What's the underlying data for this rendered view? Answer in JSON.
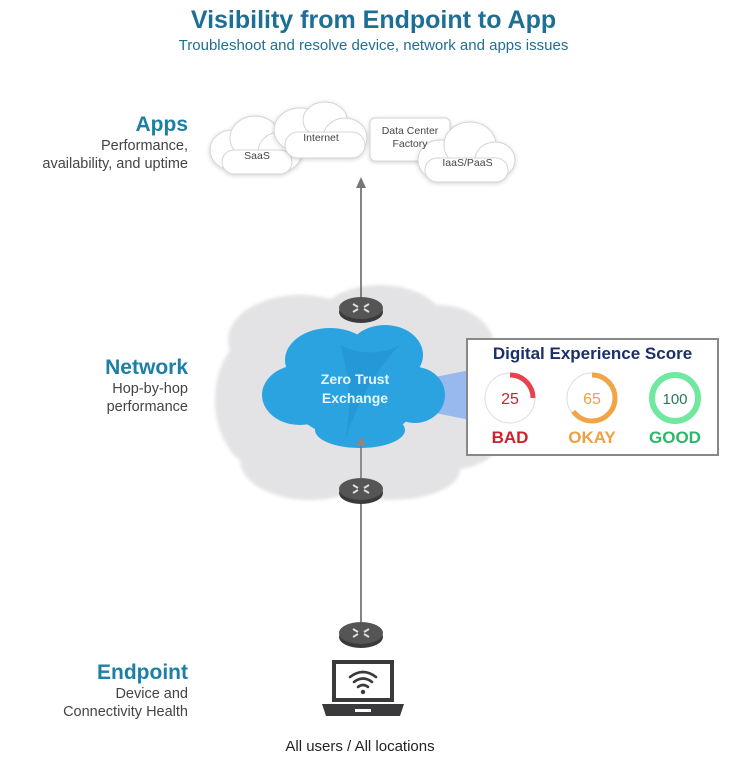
{
  "header": {
    "title": "Visibility from Endpoint to App",
    "subtitle": "Troubleshoot and resolve device, network and apps issues"
  },
  "layers": {
    "apps": {
      "name": "Apps",
      "desc_line1": "Performance,",
      "desc_line2": "availability, and uptime"
    },
    "network": {
      "name": "Network",
      "desc_line1": "Hop-by-hop",
      "desc_line2": "performance"
    },
    "endpoint": {
      "name": "Endpoint",
      "desc_line1": "Device and",
      "desc_line2": "Connectivity Health"
    }
  },
  "app_destinations": {
    "saas": "SaaS",
    "internet": "Internet",
    "datacenter_line1": "Data Center",
    "datacenter_line2": "Factory",
    "iaas": "IaaS/PaaS"
  },
  "network": {
    "zte_line1": "Zero Trust",
    "zte_line2": "Exchange"
  },
  "digital_experience_score": {
    "title": "Digital Experience Score",
    "scores": [
      {
        "value": "25",
        "fraction": 0.25,
        "label": "BAD",
        "color": "#e8424f",
        "text_color": "#d0202e"
      },
      {
        "value": "65",
        "fraction": 0.65,
        "label": "OKAY",
        "color": "#f2a545",
        "text_color": "#f0a040"
      },
      {
        "value": "100",
        "fraction": 1.0,
        "label": "GOOD",
        "color": "#6fe8a0",
        "text_color": "#2cb86a"
      }
    ]
  },
  "footer": {
    "caption": "All users / All locations"
  },
  "colors": {
    "title": "#1d6f96",
    "layer_name": "#1d7fa6",
    "zte_cloud": "#2aa3e0",
    "network_cloud": "#e4e4e6"
  }
}
